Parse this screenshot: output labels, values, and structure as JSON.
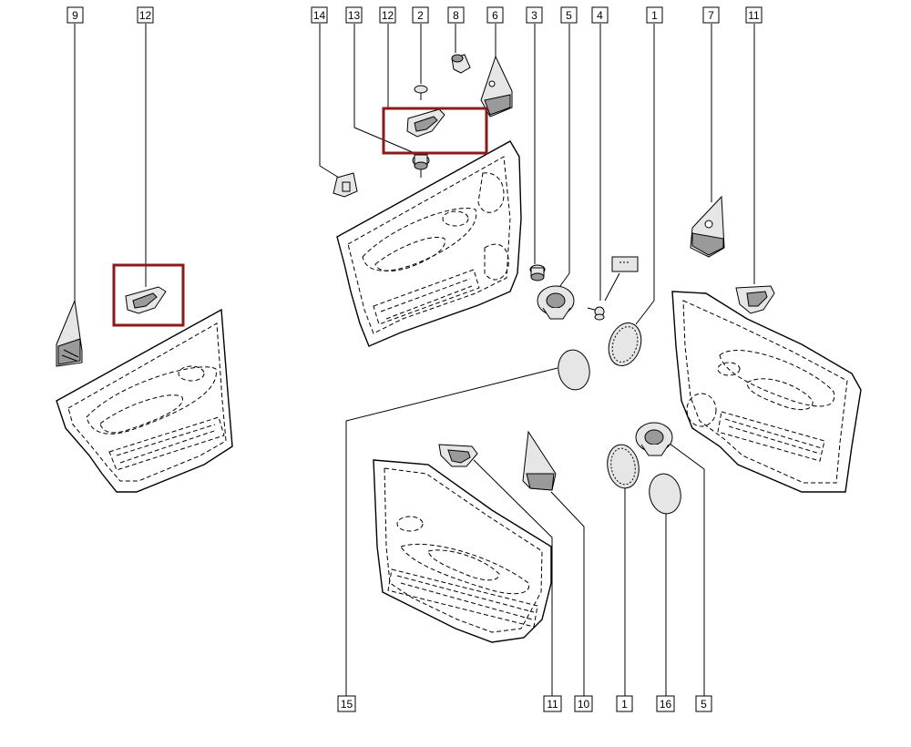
{
  "callouts": [
    "9",
    "12",
    "14",
    "13",
    "12",
    "2",
    "8",
    "6",
    "3",
    "5",
    "4",
    "1",
    "7",
    "11",
    "15",
    "11",
    "10",
    "1",
    "16",
    "5"
  ],
  "colors": {
    "highlight": "#8b1a1a",
    "line": "#000000",
    "part_fill": "#e6e6e6",
    "part_shade": "#9a9a9a"
  },
  "highlighted_parts": [
    "12",
    "12"
  ]
}
